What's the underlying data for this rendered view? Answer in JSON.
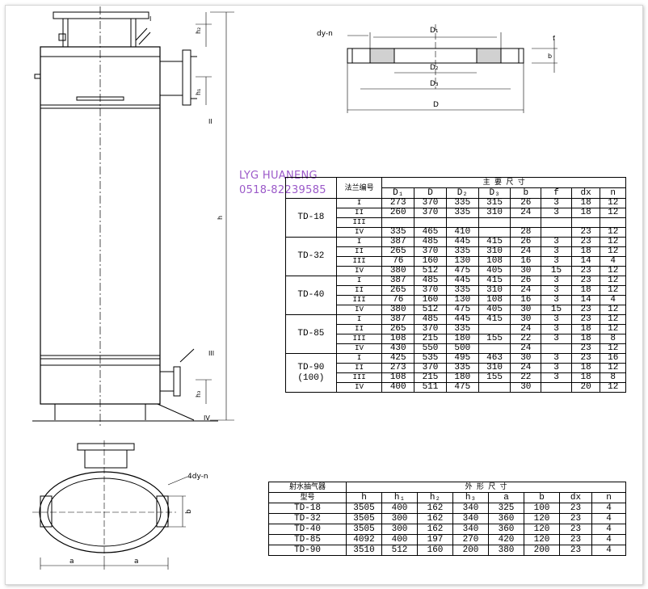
{
  "watermark": {
    "line1": "LYG HUANENG",
    "line2": "0518-82239585",
    "color": "#9b59c9"
  },
  "drawing_labels": {
    "top_flange_left": "dy-n",
    "top_flange_D1": "D₁",
    "top_flange_D2": "D₂",
    "top_flange_D3": "D₃",
    "top_flange_D": "D",
    "top_flange_f": "f",
    "top_flange_b": "b",
    "elev_I": "I",
    "elev_II": "II",
    "elev_III": "III",
    "elev_IV": "IV",
    "elev_h": "h",
    "elev_h1": "h₁",
    "elev_h2": "h₂",
    "plan_dyn": "4dy-n",
    "plan_a": "a",
    "plan_b": "b"
  },
  "table1": {
    "header": {
      "flange_no": "法兰编号",
      "main_dims": "主 要 尺 寸",
      "cols": [
        "D₁",
        "D",
        "D₂",
        "D₃",
        "b",
        "f",
        "dx",
        "n"
      ]
    },
    "groups": [
      {
        "model": "TD-18",
        "rows": [
          {
            "no": "I",
            "v": [
              "273",
              "370",
              "335",
              "315",
              "26",
              "3",
              "18",
              "12"
            ]
          },
          {
            "no": "II",
            "v": [
              "260",
              "370",
              "335",
              "310",
              "24",
              "3",
              "18",
              "12"
            ]
          },
          {
            "no": "III",
            "v": [
              "",
              "",
              "",
              "",
              "",
              "",
              "",
              ""
            ]
          },
          {
            "no": "IV",
            "v": [
              "335",
              "465",
              "410",
              "",
              "28",
              "",
              "23",
              "12"
            ]
          }
        ]
      },
      {
        "model": "TD-32",
        "rows": [
          {
            "no": "I",
            "v": [
              "387",
              "485",
              "445",
              "415",
              "26",
              "3",
              "23",
              "12"
            ]
          },
          {
            "no": "II",
            "v": [
              "265",
              "370",
              "335",
              "310",
              "24",
              "3",
              "18",
              "12"
            ]
          },
          {
            "no": "III",
            "v": [
              "76",
              "160",
              "130",
              "108",
              "16",
              "3",
              "14",
              "4"
            ]
          },
          {
            "no": "IV",
            "v": [
              "380",
              "512",
              "475",
              "405",
              "30",
              "15",
              "23",
              "12"
            ]
          }
        ]
      },
      {
        "model": "TD-40",
        "rows": [
          {
            "no": "I",
            "v": [
              "387",
              "485",
              "445",
              "415",
              "26",
              "3",
              "23",
              "12"
            ]
          },
          {
            "no": "II",
            "v": [
              "265",
              "370",
              "335",
              "310",
              "24",
              "3",
              "18",
              "12"
            ]
          },
          {
            "no": "III",
            "v": [
              "76",
              "160",
              "130",
              "108",
              "16",
              "3",
              "14",
              "4"
            ]
          },
          {
            "no": "IV",
            "v": [
              "380",
              "512",
              "475",
              "405",
              "30",
              "15",
              "23",
              "12"
            ]
          }
        ]
      },
      {
        "model": "TD-85",
        "rows": [
          {
            "no": "I",
            "v": [
              "387",
              "485",
              "445",
              "415",
              "30",
              "3",
              "23",
              "12"
            ]
          },
          {
            "no": "II",
            "v": [
              "265",
              "370",
              "335",
              "",
              "24",
              "3",
              "18",
              "12"
            ]
          },
          {
            "no": "III",
            "v": [
              "108",
              "215",
              "180",
              "155",
              "22",
              "3",
              "18",
              "8"
            ]
          },
          {
            "no": "IV",
            "v": [
              "430",
              "550",
              "500",
              "",
              "24",
              "",
              "23",
              "12"
            ]
          }
        ]
      },
      {
        "model": "TD-90",
        "model_sub": "(100)",
        "rows": [
          {
            "no": "I",
            "v": [
              "425",
              "535",
              "495",
              "463",
              "30",
              "3",
              "23",
              "16"
            ]
          },
          {
            "no": "II",
            "v": [
              "273",
              "370",
              "335",
              "310",
              "24",
              "3",
              "18",
              "12"
            ]
          },
          {
            "no": "III",
            "v": [
              "108",
              "215",
              "180",
              "155",
              "22",
              "3",
              "18",
              "8"
            ]
          },
          {
            "no": "IV",
            "v": [
              "400",
              "511",
              "475",
              "",
              "30",
              "",
              "20",
              "12"
            ]
          }
        ]
      }
    ]
  },
  "table2": {
    "header": {
      "model_line1": "射水抽气器",
      "model_line2": "型号",
      "outer_dims": "外 形 尺 寸",
      "cols": [
        "h",
        "h₁",
        "h₂",
        "h₃",
        "a",
        "b",
        "dx",
        "n"
      ]
    },
    "rows": [
      {
        "model": "TD-18",
        "v": [
          "3505",
          "400",
          "162",
          "340",
          "325",
          "100",
          "23",
          "4"
        ]
      },
      {
        "model": "TD-32",
        "v": [
          "3505",
          "300",
          "162",
          "340",
          "360",
          "120",
          "23",
          "4"
        ]
      },
      {
        "model": "TD-40",
        "v": [
          "3505",
          "300",
          "162",
          "340",
          "360",
          "120",
          "23",
          "4"
        ]
      },
      {
        "model": "TD-85",
        "v": [
          "4092",
          "400",
          "197",
          "270",
          "420",
          "120",
          "23",
          "4"
        ]
      },
      {
        "model": "TD-90",
        "v": [
          "3510",
          "512",
          "160",
          "200",
          "380",
          "200",
          "23",
          "4"
        ]
      }
    ]
  }
}
